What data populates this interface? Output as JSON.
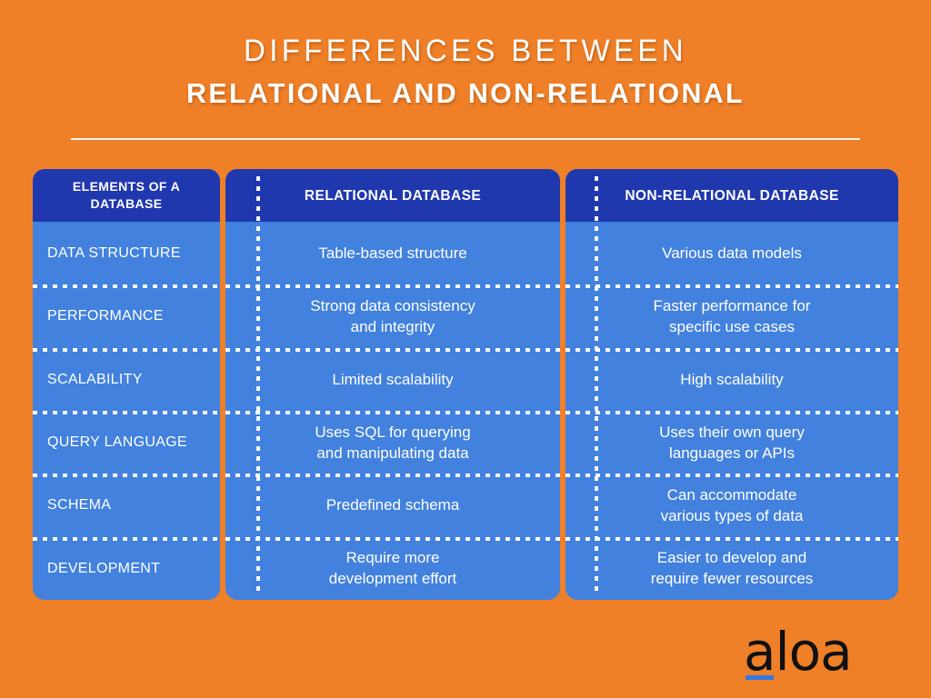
{
  "theme": {
    "background": "#F08027",
    "header_blue": "#2038AE",
    "cell_blue": "#4281DE",
    "text_white": "#FFFFFF",
    "logo_black": "#111111",
    "logo_accent": "#2F7BE8"
  },
  "title": {
    "line1": "DIFFERENCES BETWEEN",
    "line2": "RELATIONAL AND NON-RELATIONAL"
  },
  "table": {
    "headers": [
      "ELEMENTS OF A DATABASE",
      "RELATIONAL DATABASE",
      "NON-RELATIONAL DATABASE"
    ],
    "rows": [
      {
        "element": "DATA STRUCTURE",
        "relational": "Table-based structure",
        "relational_line2": "",
        "nonrelational": "Various data models",
        "nonrelational_line2": ""
      },
      {
        "element": "PERFORMANCE",
        "relational": "Strong data consistency",
        "relational_line2": "and integrity",
        "nonrelational": "Faster performance for",
        "nonrelational_line2": "specific use cases"
      },
      {
        "element": "SCALABILITY",
        "relational": "Limited scalability",
        "relational_line2": "",
        "nonrelational": "High scalability",
        "nonrelational_line2": ""
      },
      {
        "element": "QUERY LANGUAGE",
        "relational": "Uses SQL for querying",
        "relational_line2": "and manipulating data",
        "nonrelational": "Uses their own query",
        "nonrelational_line2": "languages or APIs"
      },
      {
        "element": "SCHEMA",
        "relational": "Predefined schema",
        "relational_line2": "",
        "nonrelational": "Can accommodate",
        "nonrelational_line2": "various types of data"
      },
      {
        "element": "DEVELOPMENT",
        "relational": "Require more",
        "relational_line2": "development effort",
        "nonrelational": "Easier to develop and",
        "nonrelational_line2": "require fewer resources"
      }
    ]
  },
  "logo": {
    "wordmark": "aloa"
  }
}
